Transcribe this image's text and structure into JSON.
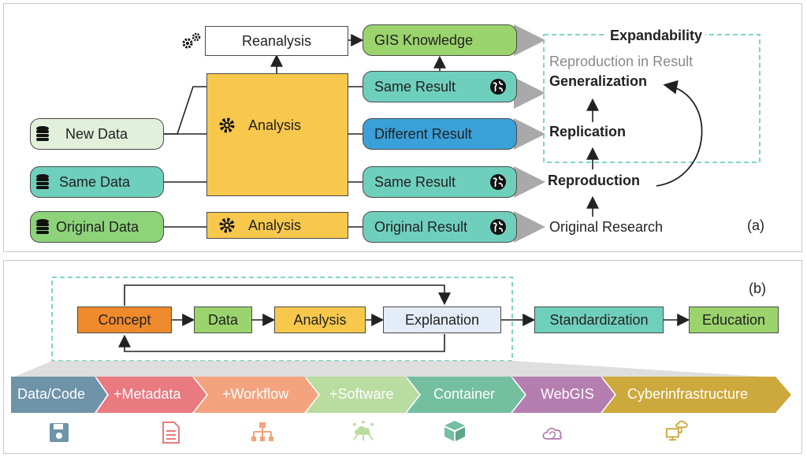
{
  "panel_a": {
    "label": "(a)",
    "data_inputs": [
      {
        "label": "New Data",
        "icon": "database-icon",
        "fill": "#e2efda"
      },
      {
        "label": "Same Data",
        "icon": "database-icon",
        "fill": "#6fcfbd"
      },
      {
        "label": "Original Data",
        "icon": "database-icon",
        "fill": "#8cd37a"
      }
    ],
    "reanalysis": "Reanalysis",
    "analysis_big": "Analysis",
    "analysis_small": "Analysis",
    "results": [
      {
        "label": "GIS Knowledge",
        "fill": "#9bd36d",
        "globe": false
      },
      {
        "label": "Same Result",
        "fill": "#6fcfbd",
        "globe": true
      },
      {
        "label": "Different Result",
        "fill": "#3aa0d8",
        "globe": false
      },
      {
        "label": "Same Result",
        "fill": "#6fcfbd",
        "globe": true
      },
      {
        "label": "Original Result",
        "fill": "#6fcfbd",
        "globe": true
      }
    ],
    "expandability": "Expandability",
    "reproduction_in_result": "Reproduction in Result",
    "generalization": "Generalization",
    "replication": "Replication",
    "reproduction": "Reproduction",
    "original_research": "Original Research",
    "colors": {
      "analysis": "#f7c84c",
      "dashed": "#7fd6c8",
      "arrow_gray": "#a9a9a9"
    }
  },
  "panel_b": {
    "label": "(b)",
    "flow": [
      {
        "label": "Concept",
        "fill": "#ee8a2c"
      },
      {
        "label": "Data",
        "fill": "#9bd36d"
      },
      {
        "label": "Analysis",
        "fill": "#f7c84c"
      },
      {
        "label": "Explanation",
        "fill": "#e3ecf7"
      },
      {
        "label": "Standardization",
        "fill": "#6fcfbd"
      },
      {
        "label": "Education",
        "fill": "#9bd36d"
      }
    ],
    "chevrons": [
      {
        "label": "Data/Code",
        "fill": "#6f93a8",
        "icon": "floppy-disk-icon"
      },
      {
        "label": "+Metadata",
        "fill": "#e87a80",
        "icon": "document-icon"
      },
      {
        "label": "+Workflow",
        "fill": "#f3a37e",
        "icon": "workflow-icon"
      },
      {
        "label": "+Software",
        "fill": "#b9dca0",
        "icon": "cloud-network-icon"
      },
      {
        "label": "Container",
        "fill": "#74bfa0",
        "icon": "package-box-icon"
      },
      {
        "label": "WebGIS",
        "fill": "#b57eb0",
        "icon": "cloud-sync-icon"
      },
      {
        "label": "Cyberinfrastructure",
        "fill": "#cda83c",
        "icon": "computer-network-icon"
      }
    ]
  }
}
